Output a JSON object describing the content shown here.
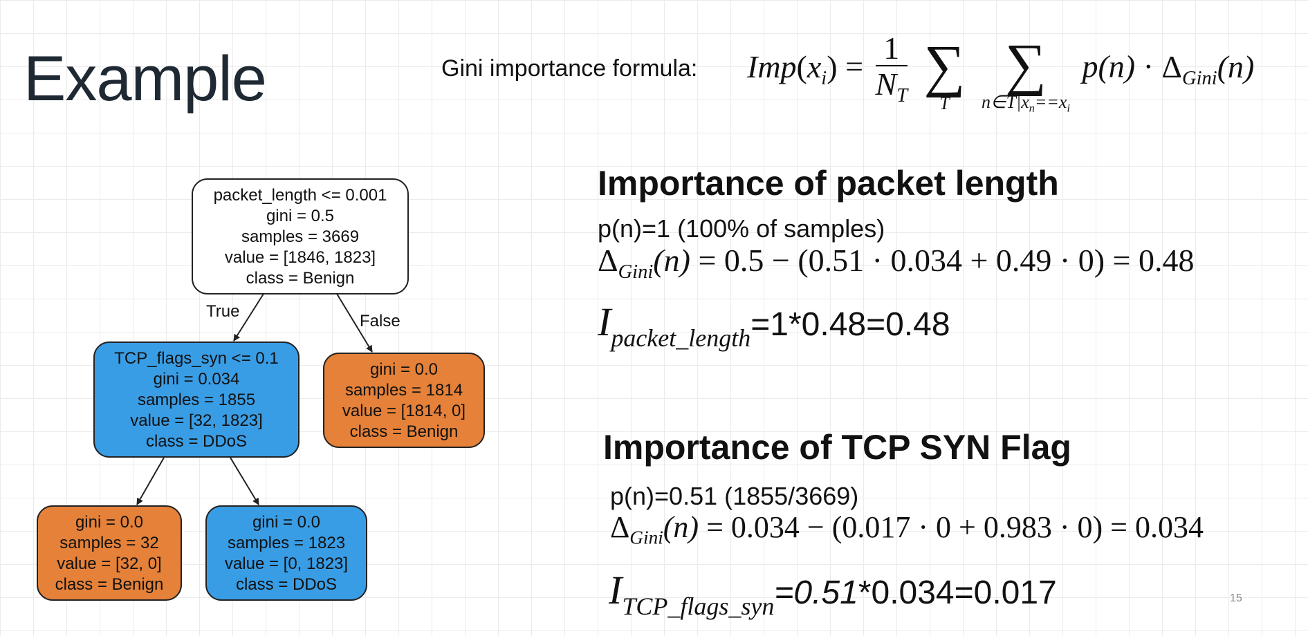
{
  "slide": {
    "title": "Example",
    "page_number": "15"
  },
  "formula": {
    "label": "Gini importance formula:",
    "lhs_name": "Imp",
    "lhs_arg": "x",
    "lhs_arg_sub": "i",
    "equals": "=",
    "frac_num": "1",
    "frac_den": "N",
    "frac_den_sub": "T",
    "sum_symbol": "∑",
    "sum1_limit": "T",
    "sum2_limit_main": "n∈T|x",
    "sum2_limit_sub": "n",
    "sum2_limit_tail": "==x",
    "sum2_limit_tail_sub": "i",
    "term_p": "p(n)",
    "dot": "·",
    "term_delta": "Δ",
    "term_delta_sub": "Gini",
    "term_delta_arg": "(n)"
  },
  "section1": {
    "heading": "Importance of packet length",
    "pn": "p(n)=1 (100% of samples)",
    "delta_symbol": "Δ",
    "delta_sub": "Gini",
    "delta_arg": "(n)",
    "delta_rhs": " = 0.5 − (0.51 · 0.034 + 0.49 · 0) = 0.48",
    "imp_letter": "I",
    "imp_sub": "packet_length",
    "imp_rest": "=1*0.48=0.48"
  },
  "section2": {
    "heading": "Importance of TCP SYN Flag",
    "pn": "p(n)=0.51 (1855/3669)",
    "delta_symbol": "Δ",
    "delta_sub": "Gini",
    "delta_arg": "(n)",
    "delta_rhs": " = 0.034 − (0.017 · 0 + 0.983 · 0) = 0.034",
    "imp_letter": "I",
    "imp_sub": "TCP_flags_syn",
    "imp_italic": "=0.51",
    "imp_rest": "*0.034=0.017"
  },
  "tree": {
    "colors": {
      "neutral": "#ffffff",
      "benign": "#e58139",
      "ddos": "#399de5",
      "stroke": "#222222"
    },
    "nodes": [
      {
        "id": "root",
        "lines": [
          "packet_length <= 0.001",
          "gini = 0.5",
          "samples = 3669",
          "value = [1846, 1823]",
          "class = Benign"
        ]
      },
      {
        "id": "tcp",
        "lines": [
          "TCP_flags_syn <= 0.1",
          "gini = 0.034",
          "samples = 1855",
          "value = [32, 1823]",
          "class = DDoS"
        ]
      },
      {
        "id": "rightleaf",
        "lines": [
          "gini = 0.0",
          "samples = 1814",
          "value = [1814, 0]",
          "class = Benign"
        ]
      },
      {
        "id": "leaf1",
        "lines": [
          "gini = 0.0",
          "samples = 32",
          "value = [32, 0]",
          "class = Benign"
        ]
      },
      {
        "id": "leaf2",
        "lines": [
          "gini = 0.0",
          "samples = 1823",
          "value = [0, 1823]",
          "class = DDoS"
        ]
      }
    ],
    "edge_labels": {
      "true_label": "True",
      "false_label": "False"
    }
  }
}
